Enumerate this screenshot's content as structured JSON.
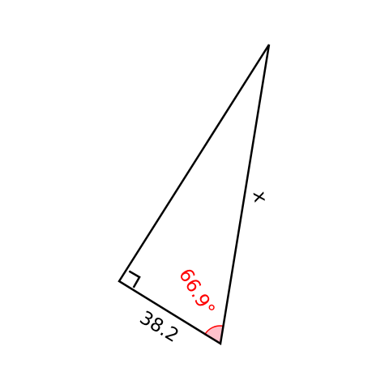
{
  "figure": {
    "side_label": "38.2",
    "hypotenuse_label": "x",
    "angle_label": "66.9°",
    "angle_color": "#ff0000",
    "angle_fill": "#ffc0cb",
    "line_color": "#000000"
  }
}
